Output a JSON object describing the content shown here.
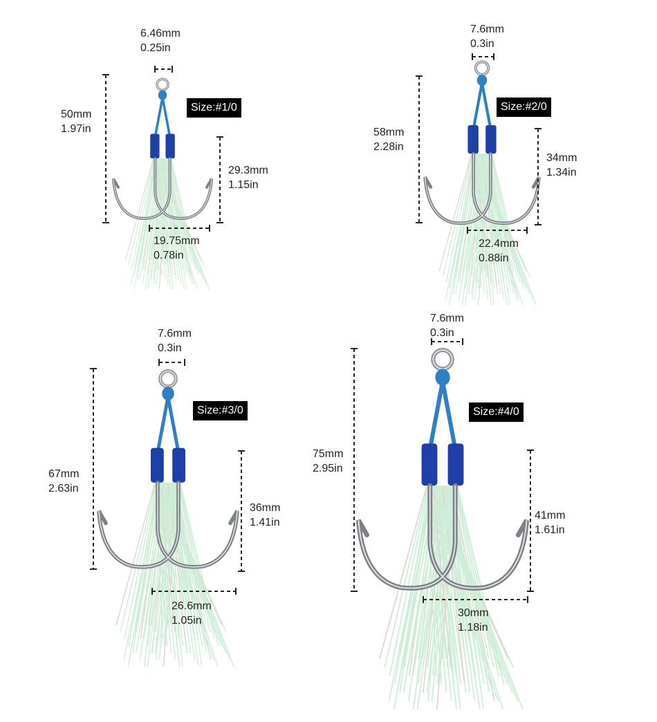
{
  "colors": {
    "cord": "#2f7fc4",
    "wrap": "#1f3fa8",
    "steel": "#8a8f95",
    "fiber": "#c9ecd2",
    "badge_bg": "#000000",
    "line": "#222222"
  },
  "hooks": [
    {
      "size": "Size:#1/0",
      "eye_width": {
        "mm": "6.46mm",
        "in": "0.25in"
      },
      "total_length": {
        "mm": "50mm",
        "in": "1.97in"
      },
      "hook_length": {
        "mm": "29.3mm",
        "in": "1.15in"
      },
      "gap": {
        "mm": "19.75mm",
        "in": "0.78in"
      }
    },
    {
      "size": "Size:#2/0",
      "eye_width": {
        "mm": "7.6mm",
        "in": "0.3in"
      },
      "total_length": {
        "mm": "58mm",
        "in": "2.28in"
      },
      "hook_length": {
        "mm": "34mm",
        "in": "1.34in"
      },
      "gap": {
        "mm": "22.4mm",
        "in": "0.88in"
      }
    },
    {
      "size": "Size:#3/0",
      "eye_width": {
        "mm": "7.6mm",
        "in": "0.3in"
      },
      "total_length": {
        "mm": "67mm",
        "in": "2.63in"
      },
      "hook_length": {
        "mm": "36mm",
        "in": "1.41in"
      },
      "gap": {
        "mm": "26.6mm",
        "in": "1.05in"
      }
    },
    {
      "size": "Size:#4/0",
      "eye_width": {
        "mm": "7.6mm",
        "in": "0.3in"
      },
      "total_length": {
        "mm": "75mm",
        "in": "2.95in"
      },
      "hook_length": {
        "mm": "41mm",
        "in": "1.61in"
      },
      "gap": {
        "mm": "30mm",
        "in": "1.18in"
      }
    }
  ]
}
